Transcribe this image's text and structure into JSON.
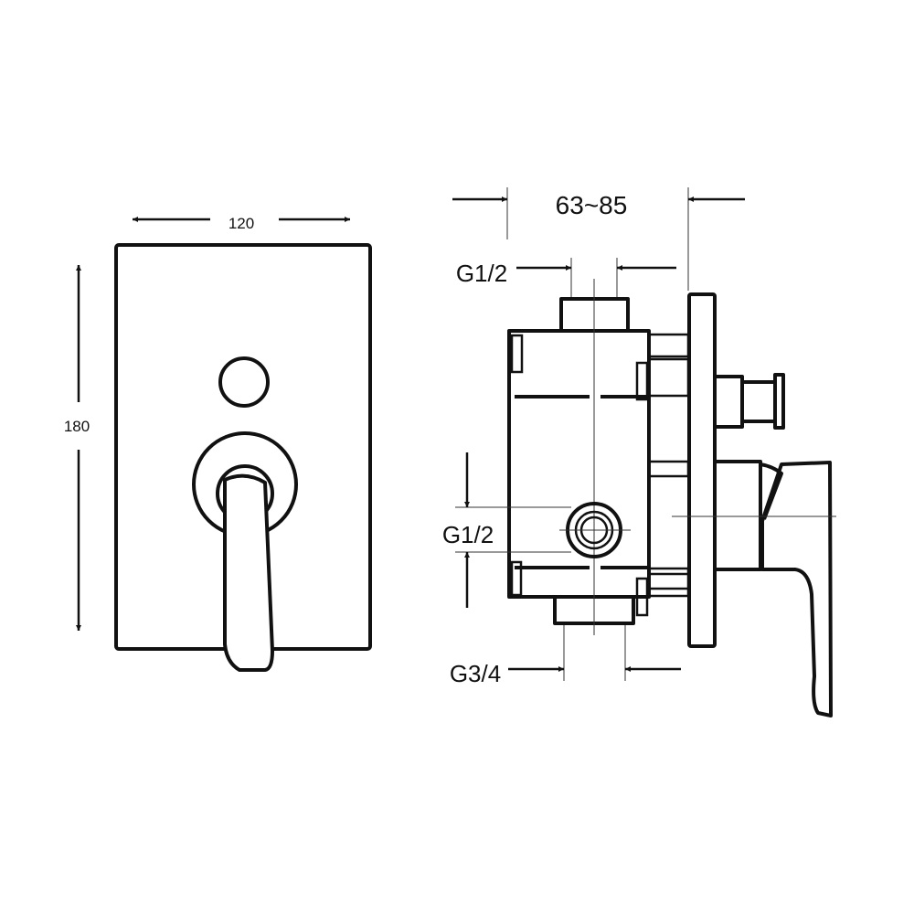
{
  "front_view": {
    "width_label": "120",
    "height_label": "180"
  },
  "side_view": {
    "depth_label": "63~85",
    "top_inlet_label": "G1/2",
    "side_inlet_label": "G1/2",
    "outlet_label": "G3/4"
  },
  "colors": {
    "line": "#111111",
    "background": "#ffffff"
  }
}
